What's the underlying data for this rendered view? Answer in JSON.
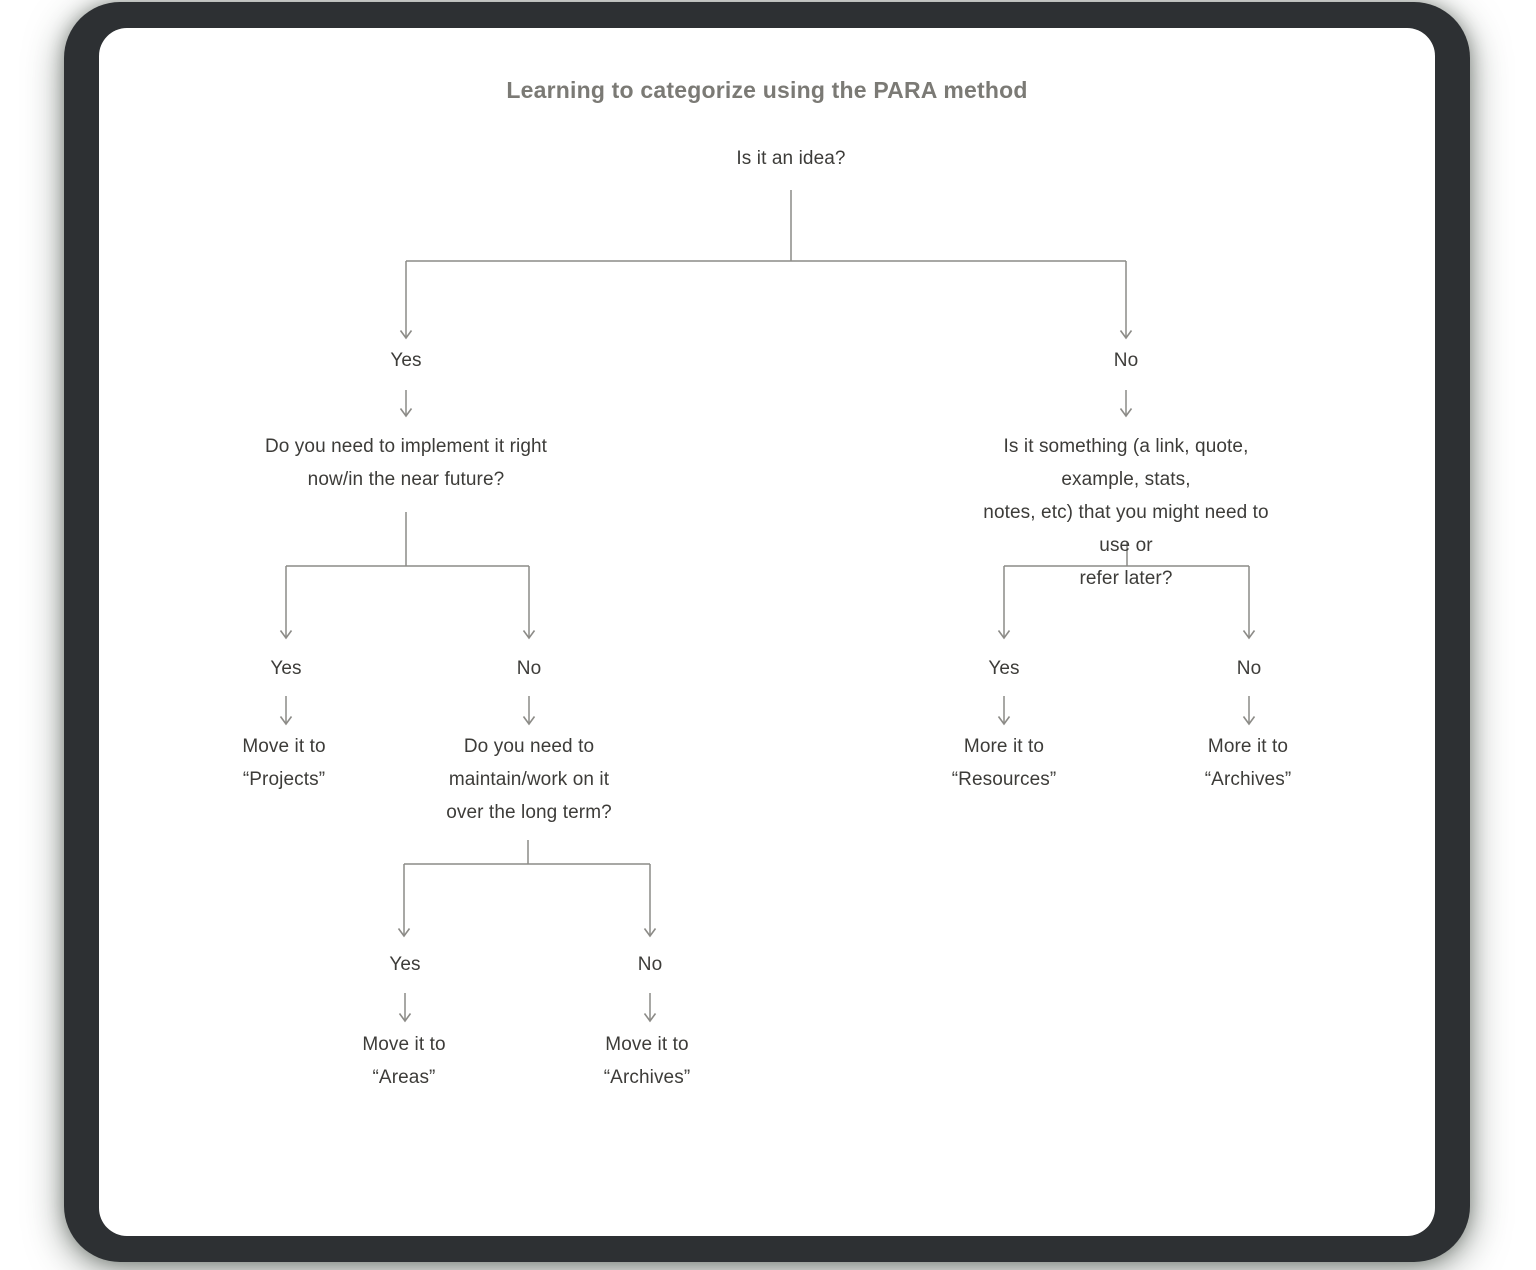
{
  "title": "Learning to categorize using the PARA method",
  "flowchart": {
    "root": {
      "question": "Is it an idea?"
    },
    "yes_branch": {
      "label": "Yes",
      "question": "Do you need to implement it right\nnow/in the near future?",
      "yes": {
        "label": "Yes",
        "result": "Move it to\n“Projects”"
      },
      "no": {
        "label": "No",
        "question": "Do you need to\nmaintain/work on it\nover the long term?",
        "yes": {
          "label": "Yes",
          "result": "Move it to\n“Areas”"
        },
        "no": {
          "label": "No",
          "result": "Move it to\n“Archives”"
        }
      }
    },
    "no_branch": {
      "label": "No",
      "question": "Is it something (a link, quote, example, stats,\nnotes, etc) that you might need to use or\nrefer later?",
      "yes": {
        "label": "Yes",
        "result": "More it to\n“Resources”"
      },
      "no": {
        "label": "No",
        "result": "More it to\n“Archives”"
      }
    }
  },
  "colors": {
    "frame": "#2d3033",
    "card_background": "#ffffff",
    "title_text": "#7b7a75",
    "node_text": "#3d3c39",
    "connector_line": "#8c8b87"
  }
}
